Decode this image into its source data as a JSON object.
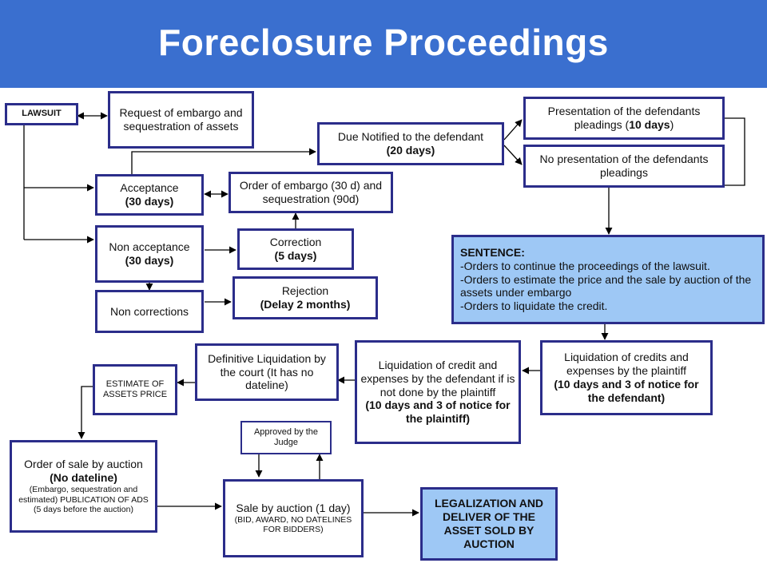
{
  "title": "Foreclosure Proceedings",
  "colors": {
    "header": "#3a6fcf",
    "border": "#2b2d8a",
    "highlight": "#9ec8f5"
  },
  "boxes": {
    "lawsuit": "LAWSUIT",
    "request": "Request of embargo and sequestration of assets",
    "acceptance": {
      "line1": "Acceptance",
      "line2": "(30 days)"
    },
    "order_embargo": "Order of embargo (30 d) and sequestration (90d)",
    "non_acceptance": {
      "line1": "Non acceptance",
      "line2": "(30 days)"
    },
    "correction": {
      "line1": "Correction",
      "line2": "(5 days)"
    },
    "non_corrections": "Non corrections",
    "rejection": {
      "line1": "Rejection",
      "line2": "(Delay  2 months)"
    },
    "due_notified": {
      "line1": "Due Notified to the defendant",
      "line2": "(20 days)"
    },
    "presentation": {
      "line1": "Presentation of the defendants pleadings (",
      "bold": "10 days",
      "tail": ")"
    },
    "no_presentation": "No presentation of the defendants pleadings",
    "sentence": {
      "heading": "SENTENCE:",
      "lines": [
        "-Orders to continue the proceedings of the lawsuit.",
        "-Orders  to estimate the price and the sale by auction of the assets under embargo",
        "-Orders to liquidate the credit."
      ]
    },
    "liq_plaintiff": {
      "line1": "Liquidation of credits and expenses by the plaintiff",
      "line2": "(10 days and 3 of notice for the defendant)"
    },
    "liq_defendant": {
      "line1": "Liquidation of credit and expenses by the defendant if is  not done by the plaintiff",
      "line2": "(10 days and 3 of notice for the plaintiff)"
    },
    "definitive": "Definitive Liquidation by the court (It has no dateline)",
    "estimate": "ESTIMATE OF ASSETS PRICE",
    "order_sale": {
      "line1": "Order of sale by auction",
      "bold": "(No dateline)",
      "line2": "(Embargo, sequestration and estimated) PUBLICATION  OF ADS (5 days before the auction)"
    },
    "approved": "Approved by the Judge",
    "sale": {
      "line1": "Sale by auction      (1 day)",
      "line2": "(BID, AWARD, NO DATELINES FOR BIDDERS)"
    },
    "legalization": "LEGALIZATION AND DELIVER OF THE ASSET SOLD BY AUCTION"
  }
}
